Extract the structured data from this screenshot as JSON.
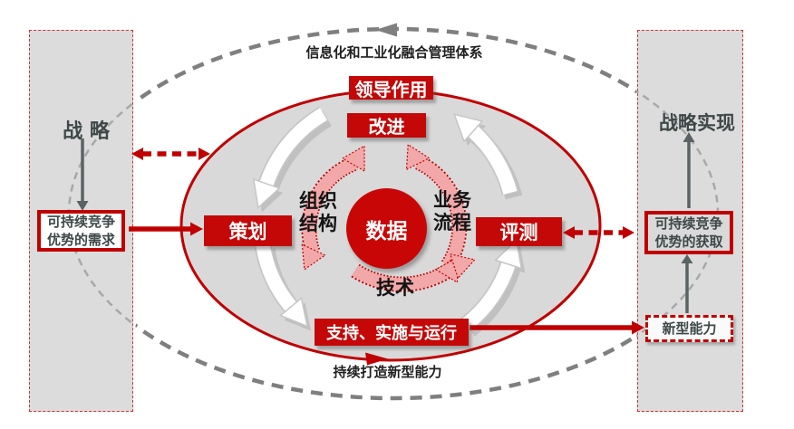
{
  "title": "信息化和工业化融合管理体系",
  "bottom_label": "持续打造新型能力",
  "left_panel": {
    "title": "战 略",
    "need_line1": "可持续竞争",
    "need_line2": "优势的需求"
  },
  "right_panel": {
    "title": "战略实现",
    "gain_line1": "可持续竞争",
    "gain_line2": "优势的获取",
    "capability": "新型能力"
  },
  "cycle": {
    "leadership": "领导作用",
    "improve": "改进",
    "plan": "策划",
    "evaluate": "评测",
    "support": "支持、实施与运行",
    "data": "数据",
    "org_line1": "组织",
    "org_line2": "结构",
    "biz_line1": "业务",
    "biz_line2": "流程",
    "tech": "技术"
  },
  "colors": {
    "box_red": "#c40707",
    "border_red": "#bf0000",
    "panel_gray": "#dcdcdc",
    "inner_gray": "#d9d9d9",
    "dark_text": "#3e4848",
    "black_text": "#1f1f1f",
    "dash_gray": "#7f7f7f",
    "pink": "#f2a8a8"
  }
}
